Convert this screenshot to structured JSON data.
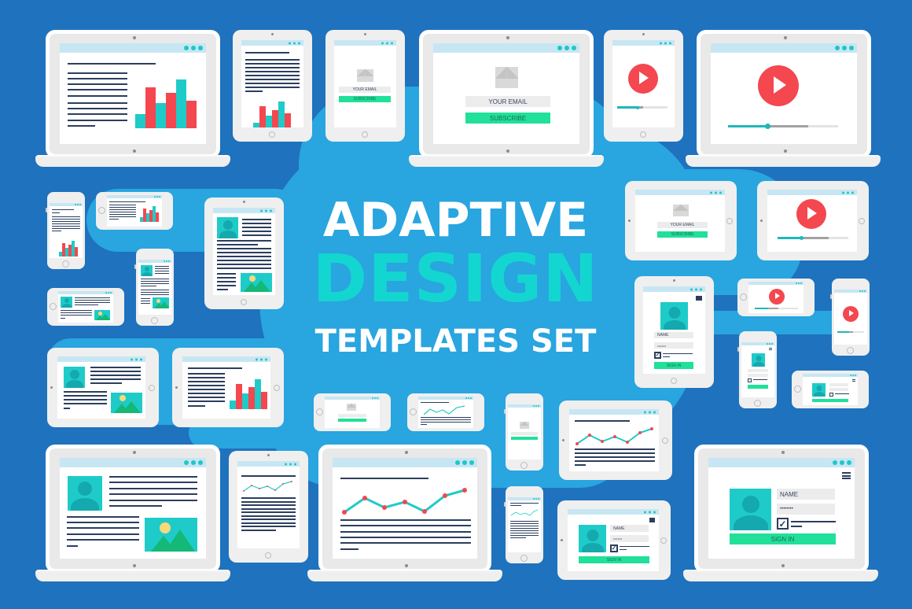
{
  "title": {
    "line1": "ADAPTIVE",
    "line2": "DESIGN",
    "line3": "TEMPLATES SET"
  },
  "colors": {
    "background": "#1f72bd",
    "blob": "#29a5e0",
    "accent_teal": "#1fcbc8",
    "accent_red": "#f4474f",
    "button_green": "#21e09a",
    "text_dark": "#2b3e5e",
    "title_design": "#14d6d0"
  },
  "templates": {
    "subscribe": {
      "email_placeholder": "YOUR EMAIL",
      "button_label": "SUBSCRIBE"
    },
    "signin": {
      "name_placeholder": "NAME",
      "password_value": "••••••••",
      "button_label": "SIGN IN",
      "checkbox_mark": "✓"
    }
  },
  "devices": [
    {
      "id": "laptop-bar-chart",
      "type": "laptop",
      "template": "article-bar-chart"
    },
    {
      "id": "tablet-bar-chart",
      "type": "tablet-portrait",
      "template": "article-bar-chart"
    },
    {
      "id": "tablet-subscribe",
      "type": "tablet-portrait",
      "template": "subscribe"
    },
    {
      "id": "laptop-subscribe",
      "type": "laptop",
      "template": "subscribe"
    },
    {
      "id": "tablet-video",
      "type": "tablet-portrait",
      "template": "video"
    },
    {
      "id": "laptop-video",
      "type": "laptop",
      "template": "video"
    },
    {
      "id": "phone-bar-chart",
      "type": "phone-portrait",
      "template": "article-bar-chart"
    },
    {
      "id": "phone-land-bar-chart",
      "type": "phone-landscape",
      "template": "article-bar-chart"
    },
    {
      "id": "phone-profile",
      "type": "phone-portrait",
      "template": "profile-article"
    },
    {
      "id": "phone-land-profile",
      "type": "phone-landscape",
      "template": "profile-article"
    },
    {
      "id": "tablet-profile",
      "type": "tablet-portrait",
      "template": "profile-article"
    },
    {
      "id": "tablet-land-subscribe",
      "type": "tablet-landscape",
      "template": "subscribe"
    },
    {
      "id": "tablet-land-video",
      "type": "tablet-landscape",
      "template": "video"
    },
    {
      "id": "tablet-signin",
      "type": "tablet-portrait",
      "template": "signin"
    },
    {
      "id": "phone-land-video",
      "type": "phone-landscape",
      "template": "video"
    },
    {
      "id": "phone-video",
      "type": "phone-portrait",
      "template": "video"
    },
    {
      "id": "phone-signin",
      "type": "phone-portrait",
      "template": "signin"
    },
    {
      "id": "phone-land-signin",
      "type": "phone-landscape",
      "template": "signin"
    },
    {
      "id": "tablet-land-profile",
      "type": "tablet-landscape",
      "template": "profile-article"
    },
    {
      "id": "tablet-land-bar-chart",
      "type": "tablet-landscape",
      "template": "article-bar-chart"
    },
    {
      "id": "phone-land-subscribe",
      "type": "phone-landscape",
      "template": "subscribe"
    },
    {
      "id": "phone-land-line-chart",
      "type": "phone-landscape",
      "template": "line-chart"
    },
    {
      "id": "phone-subscribe",
      "type": "phone-portrait",
      "template": "subscribe"
    },
    {
      "id": "tablet-land-line-chart",
      "type": "tablet-landscape",
      "template": "line-chart"
    },
    {
      "id": "laptop-profile",
      "type": "laptop",
      "template": "profile-article"
    },
    {
      "id": "tablet-line-chart",
      "type": "tablet-portrait",
      "template": "line-chart"
    },
    {
      "id": "laptop-line-chart",
      "type": "laptop",
      "template": "line-chart"
    },
    {
      "id": "phone-line-chart",
      "type": "phone-portrait",
      "template": "line-chart"
    },
    {
      "id": "tablet-land-signin",
      "type": "tablet-landscape",
      "template": "signin"
    },
    {
      "id": "laptop-signin",
      "type": "laptop",
      "template": "signin"
    }
  ]
}
